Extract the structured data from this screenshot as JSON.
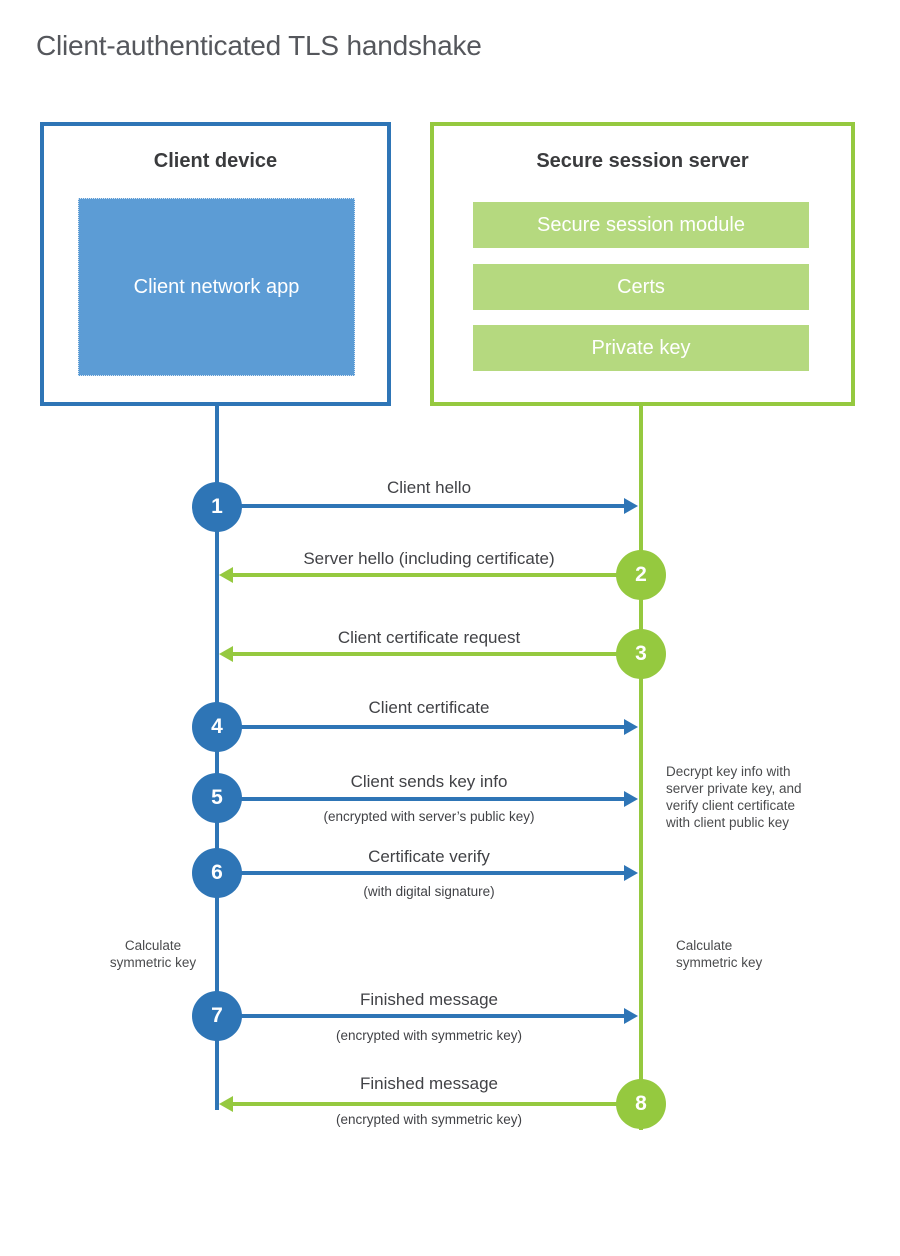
{
  "page": {
    "title": "Client-authenticated TLS handshake"
  },
  "colors": {
    "blue": "#2e75b6",
    "blue_fill": "#5c9cd5",
    "green": "#95c93f",
    "green_fill": "#b5d97f"
  },
  "client": {
    "title": "Client device",
    "app_label": "Client network app"
  },
  "server": {
    "title": "Secure session server",
    "modules": [
      {
        "label": "Secure session module"
      },
      {
        "label": "Certs"
      },
      {
        "label": "Private key"
      }
    ]
  },
  "messages": [
    {
      "num": "1",
      "from": "client",
      "label": "Client hello",
      "sub": ""
    },
    {
      "num": "2",
      "from": "server",
      "label": "Server hello (including certificate)",
      "sub": ""
    },
    {
      "num": "3",
      "from": "server",
      "label": "Client certificate request",
      "sub": ""
    },
    {
      "num": "4",
      "from": "client",
      "label": "Client certificate",
      "sub": ""
    },
    {
      "num": "5",
      "from": "client",
      "label": "Client sends key info",
      "sub": "(encrypted with server’s public key)"
    },
    {
      "num": "6",
      "from": "client",
      "label": "Certificate verify",
      "sub": "(with digital signature)"
    },
    {
      "num": "7",
      "from": "client",
      "label": "Finished message",
      "sub": "(encrypted with symmetric key)"
    },
    {
      "num": "8",
      "from": "server",
      "label": "Finished message",
      "sub": "(encrypted with symmetric key)"
    }
  ],
  "notes": {
    "decrypt": "Decrypt key info with\nserver private key, and\nverify client certificate\nwith client public key",
    "calc_left": "Calculate\nsymmetric key",
    "calc_right": "Calculate\nsymmetric key"
  }
}
